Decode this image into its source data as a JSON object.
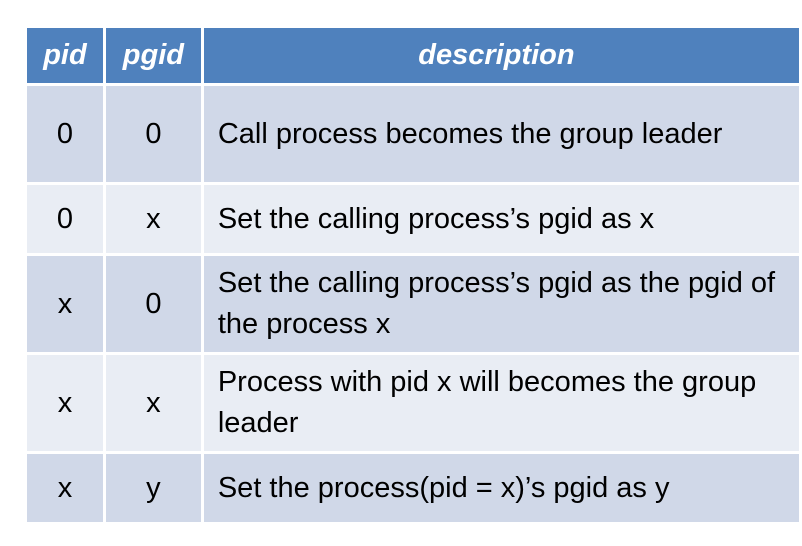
{
  "table": {
    "headers": [
      "pid",
      "pgid",
      "description"
    ],
    "rows": [
      {
        "pid": "0",
        "pgid": "0",
        "description": "Call process becomes the group leader"
      },
      {
        "pid": "0",
        "pgid": "x",
        "description": "Set the calling process’s pgid as x"
      },
      {
        "pid": "x",
        "pgid": "0",
        "description": "Set the calling process’s pgid as the pgid of the process x"
      },
      {
        "pid": "x",
        "pgid": "x",
        "description": "Process with pid x will becomes the group leader"
      },
      {
        "pid": "x",
        "pgid": "y",
        "description": "Set the process(pid = x)’s pgid as y"
      }
    ]
  }
}
